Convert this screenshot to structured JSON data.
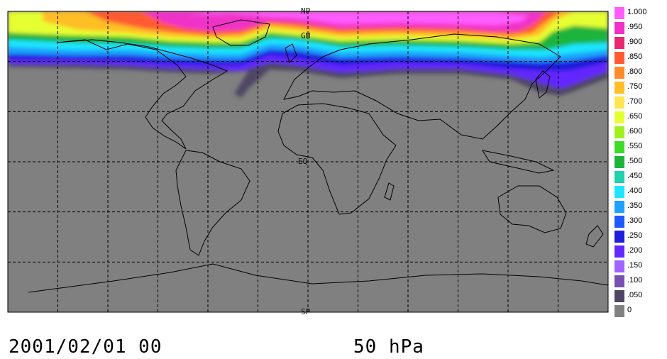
{
  "map": {
    "background_color": "#808080",
    "grid_labels": {
      "north_pole": "NP",
      "greenwich": "GM",
      "equator": "EQ",
      "south_pole": "SP"
    }
  },
  "legend": {
    "items": [
      {
        "label": "1.000",
        "color": "#ff5cff"
      },
      {
        "label": ".950",
        "color": "#f030c8"
      },
      {
        "label": ".900",
        "color": "#e8286e"
      },
      {
        "label": ".850",
        "color": "#ff5a32"
      },
      {
        "label": ".800",
        "color": "#ff8c28"
      },
      {
        "label": ".750",
        "color": "#ffbe28"
      },
      {
        "label": ".700",
        "color": "#ffe650"
      },
      {
        "label": ".650",
        "color": "#e6ff32"
      },
      {
        "label": ".600",
        "color": "#a0f01e"
      },
      {
        "label": ".550",
        "color": "#3cdc28"
      },
      {
        "label": ".500",
        "color": "#1eb43c"
      },
      {
        "label": ".450",
        "color": "#1ed2aa"
      },
      {
        "label": ".400",
        "color": "#1ee6ff"
      },
      {
        "label": ".350",
        "color": "#1ea0ff"
      },
      {
        "label": ".300",
        "color": "#1e5aff"
      },
      {
        "label": ".250",
        "color": "#1e1edc"
      },
      {
        "label": ".200",
        "color": "#6428ff"
      },
      {
        "label": ".150",
        "color": "#a064ff"
      },
      {
        "label": ".100",
        "color": "#7850b4"
      },
      {
        "label": ".050",
        "color": "#504664"
      },
      {
        "label": "0",
        "color": "#808080"
      }
    ]
  },
  "caption": {
    "date": "2001/02/01 00",
    "level": "50 hPa"
  }
}
